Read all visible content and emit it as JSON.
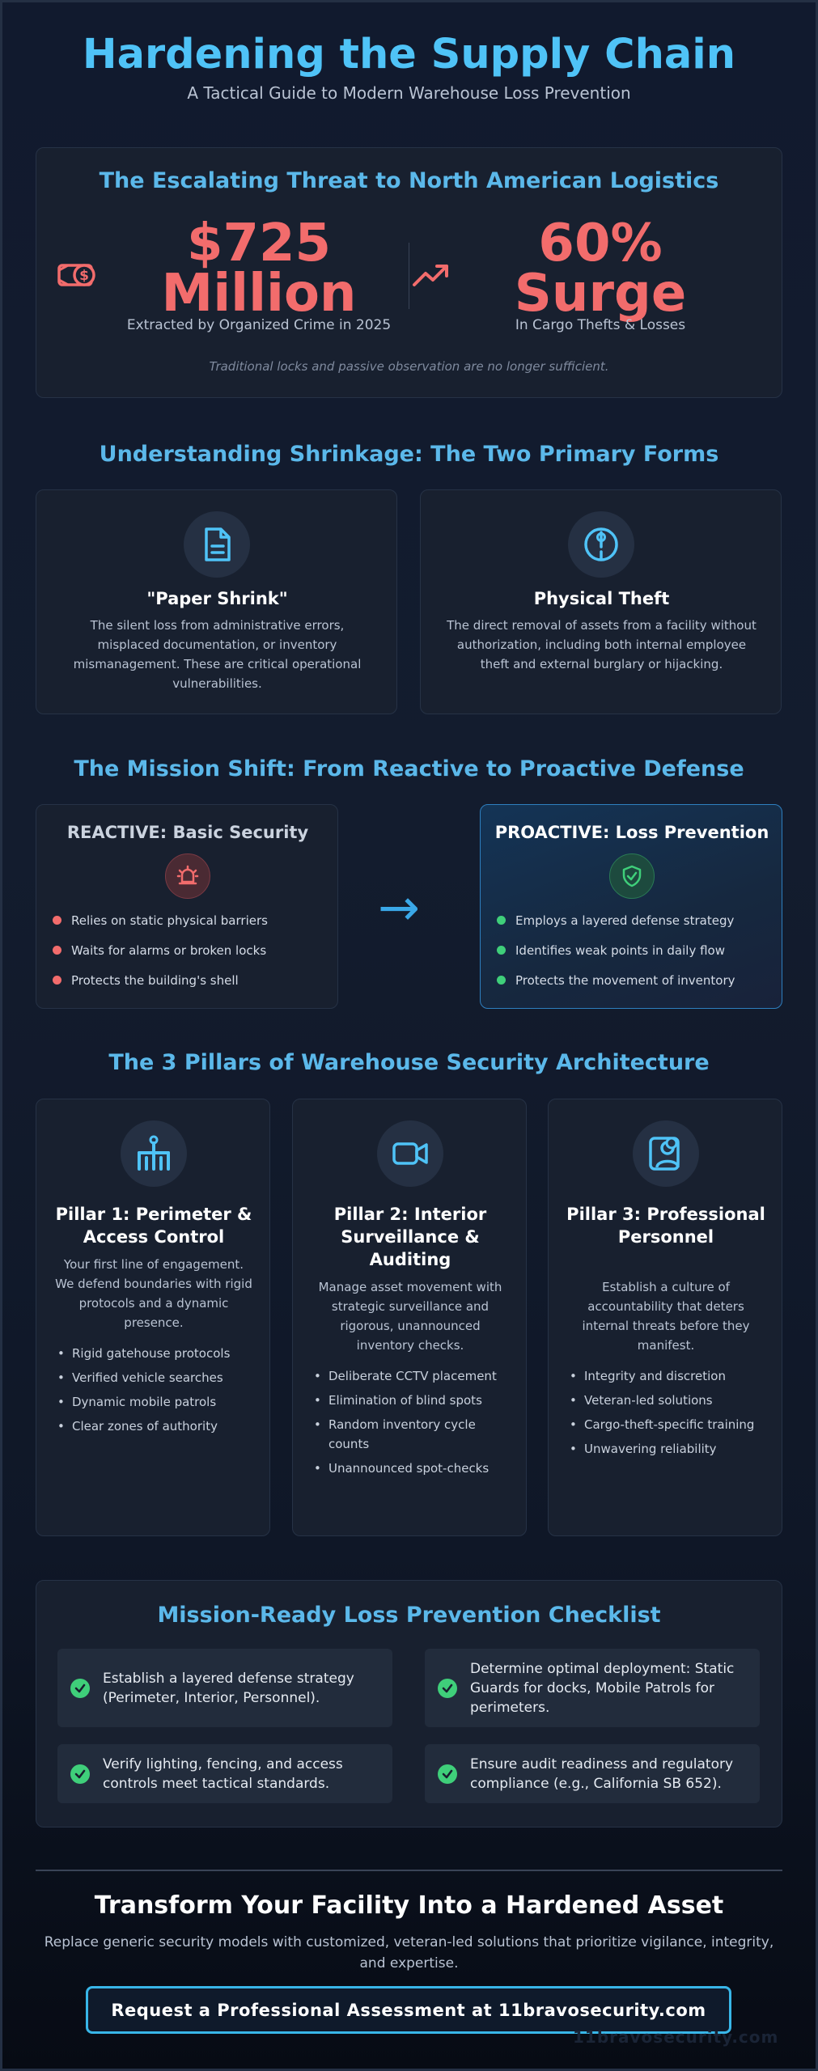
{
  "header": {
    "title": "Hardening the Supply Chain",
    "subtitle": "A Tactical Guide to Modern Warehouse Loss Prevention"
  },
  "threat": {
    "title": "The Escalating Threat to North American Logistics",
    "stat1": {
      "line1": "$725",
      "line2": "Million",
      "caption": "Extracted by Organized Crime in 2025",
      "icon": "money-icon"
    },
    "stat2": {
      "line1": "60%",
      "line2": "Surge",
      "caption": "In Cargo Thefts & Losses",
      "icon": "trend-up-icon"
    },
    "note": "Traditional locks and passive observation are no longer sufficient."
  },
  "shrinkage": {
    "title": "Understanding Shrinkage: The Two Primary Forms",
    "cards": [
      {
        "icon": "document-icon",
        "heading": "\"Paper Shrink\"",
        "body": "The silent loss from administrative errors, misplaced documentation, or inventory mismanagement. These are critical operational vulnerabilities."
      },
      {
        "icon": "alert-icon",
        "heading": "Physical Theft",
        "body": "The direct removal of assets from a facility without authorization, including both internal employee theft and external burglary or hijacking."
      }
    ]
  },
  "mission": {
    "title": "The Mission Shift: From Reactive to Proactive Defense",
    "reactive": {
      "heading": "REACTIVE: Basic Security",
      "icon": "alarm-icon",
      "items": [
        "Relies on static physical barriers",
        "Waits for alarms or broken locks",
        "Protects the building's shell"
      ]
    },
    "proactive": {
      "heading": "PROACTIVE: Loss Prevention",
      "icon": "shield-check-icon",
      "items": [
        "Employs a layered defense strategy",
        "Identifies weak points in daily flow",
        "Protects the movement of inventory"
      ]
    },
    "arrow": "→"
  },
  "pillars": {
    "title": "The 3 Pillars of Warehouse Security Architecture",
    "items": [
      {
        "icon": "gate-icon",
        "heading": "Pillar 1: Perimeter & Access Control",
        "body": "Your first line of engagement. We defend boundaries with rigid protocols and a dynamic presence.",
        "list": [
          "Rigid gatehouse protocols",
          "Verified vehicle searches",
          "Dynamic mobile patrols",
          "Clear zones of authority"
        ]
      },
      {
        "icon": "camera-icon",
        "heading": "Pillar 2: Interior Surveillance & Auditing",
        "body": "Manage asset movement with strategic surveillance and rigorous, unannounced inventory checks.",
        "list": [
          "Deliberate CCTV placement",
          "Elimination of blind spots",
          "Random inventory cycle counts",
          "Unannounced spot-checks"
        ]
      },
      {
        "icon": "id-badge-icon",
        "heading": "Pillar 3: Professional Personnel",
        "body": "Establish a culture of accountability that deters internal threats before they manifest.",
        "list": [
          "Integrity and discretion",
          "Veteran-led solutions",
          "Cargo-theft-specific training",
          "Unwavering reliability"
        ]
      }
    ]
  },
  "checklist": {
    "title": "Mission-Ready Loss Prevention Checklist",
    "items": [
      "Establish a layered defense strategy (Perimeter, Interior, Personnel).",
      "Determine optimal deployment: Static Guards for docks, Mobile Patrols for perimeters.",
      "Verify lighting, fencing, and access controls meet tactical standards.",
      "Ensure audit readiness and regulatory compliance (e.g., California SB 652)."
    ]
  },
  "cta": {
    "title": "Transform Your Facility Into a Hardened Asset",
    "subtitle": "Replace generic security models with customized, veteran-led solutions that prioritize vigilance, integrity, and expertise.",
    "button": "Request a Professional Assessment at 11bravosecurity.com",
    "watermark": "11bravosecurity.com"
  },
  "colors": {
    "accent": "#4fc3f7",
    "danger": "#f26c6c",
    "success": "#3fcf7a",
    "background": "#111a2e"
  }
}
